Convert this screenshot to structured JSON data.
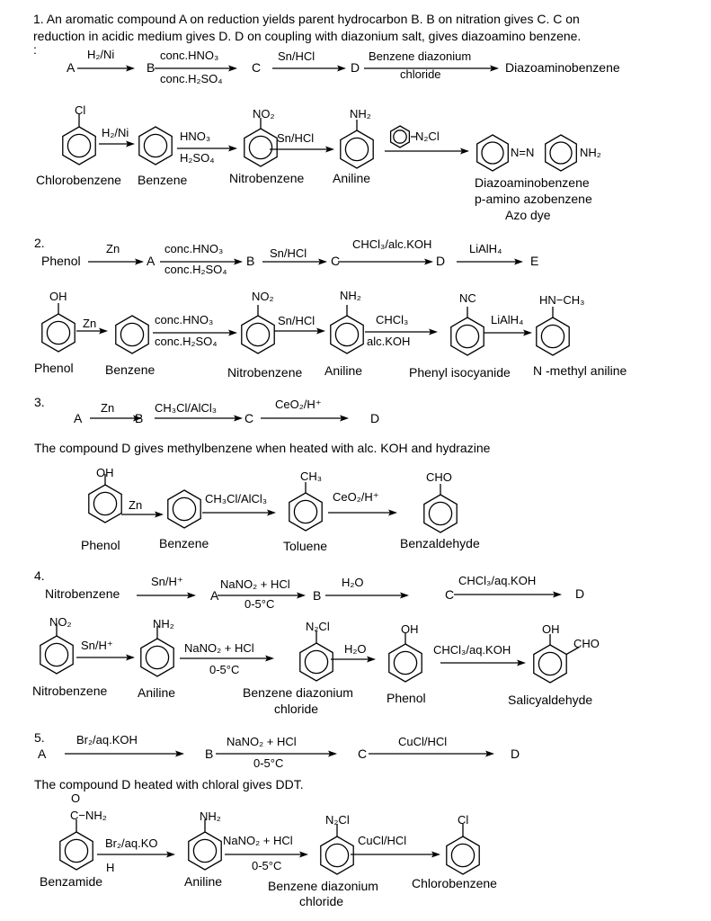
{
  "q1": {
    "line1": "1. An aromatic compound A on reduction yields parent hydrocarbon B. B on nitration gives C. C on",
    "line2": "reduction in acidic medium gives D. D on coupling with diazonium salt, gives diazoamino benzene.",
    "colon": ":",
    "scheme": {
      "A": "A",
      "r1": "H₂/Ni",
      "B": "B",
      "r2a": "conc.HNO₃",
      "r2b": "conc.H₂SO₄",
      "C": "C",
      "r3": "Sn/HCl",
      "D": "D",
      "r4a": "Benzene diazonium",
      "r4b": "chloride",
      "product": "Diazoaminobenzene"
    },
    "structures": {
      "cl": "Cl",
      "r1": "H₂/Ni",
      "r2a": "HNO₃",
      "r2b": "H₂SO₄",
      "no2": "NO₂",
      "r3": "Sn/HCl",
      "nh2": "NH₂",
      "reagent_n2cl": "N₂Cl",
      "azo": "N=N",
      "azo_nh2": "NH₂",
      "labels": [
        "Chlorobenzene",
        "Benzene",
        "Nitrobenzene",
        "Aniline",
        "Diazoaminobenzene",
        "p-amino azobenzene",
        "Azo dye"
      ]
    }
  },
  "q2": {
    "number": "2.",
    "scheme": {
      "start": "Phenol",
      "r1": "Zn",
      "A": "A",
      "r2a": "conc.HNO₃",
      "r2b": "conc.H₂SO₄",
      "B": "B",
      "r3": "Sn/HCl",
      "C": "C",
      "r4": "CHCl₃/alc.KOH",
      "D": "D",
      "r5": "LiAlH₄",
      "E": "E"
    },
    "structures": {
      "oh": "OH",
      "r1": "Zn",
      "r2a": "conc.HNO₃",
      "r2b": "conc.H₂SO₄",
      "no2": "NO₂",
      "r3": "Sn/HCl",
      "nh2": "NH₂",
      "r4a": "CHCl₃",
      "r4b": "alc.KOH",
      "nc": "NC",
      "r5": "LiAlH₄",
      "nhch3": "HN−CH₃",
      "labels": [
        "Phenol",
        "Benzene",
        "Nitrobenzene",
        "Aniline",
        "Phenyl isocyanide",
        "N -methyl aniline"
      ]
    }
  },
  "q3": {
    "number": "3.",
    "scheme": {
      "A": "A",
      "r1": "Zn",
      "B": "B",
      "r2": "CH₃Cl/AlCl₃",
      "C": "C",
      "r3": "CeO₂/H⁺",
      "D": "D"
    },
    "sentence": "The compound D gives methylbenzene when heated with alc. KOH and hydrazine",
    "structures": {
      "oh": "OH",
      "r1": "Zn",
      "r2": "CH₃Cl/AlCl₃",
      "ch3": "CH₃",
      "r3": "CeO₂/H⁺",
      "cho": "CHO",
      "labels": [
        "Phenol",
        "Benzene",
        "Toluene",
        "Benzaldehyde"
      ]
    }
  },
  "q4": {
    "number": "4.",
    "scheme": {
      "start": "Nitrobenzene",
      "r1": "Sn/H⁺",
      "A": "A",
      "r2a": "NaNO₂ + HCl",
      "r2b": "0-5°C",
      "B": "B",
      "r3": "H₂O",
      "C": "C",
      "r4": "CHCl₃/aq.KOH",
      "D": "D"
    },
    "structures": {
      "no2": "NO₂",
      "r1": "Sn/H⁺",
      "nh2": "NH₂",
      "r2a": "NaNO₂ + HCl",
      "r2b": "0-5°C",
      "n2cl": "N₂Cl",
      "r3": "H₂O",
      "oh": "OH",
      "r4": "CHCl₃/aq.KOH",
      "oh2": "OH",
      "cho": "CHO",
      "labels": [
        "Nitrobenzene",
        "Aniline",
        "Benzene diazonium",
        "chloride",
        "Phenol",
        "Salicyaldehyde"
      ]
    }
  },
  "q5": {
    "number": "5.",
    "scheme": {
      "A": "A",
      "r1": "Br₂/aq.KOH",
      "B": "B",
      "r2a": "NaNO₂ + HCl",
      "r2b": "0-5°C",
      "C": "C",
      "r3": "CuCl/HCl",
      "D": "D"
    },
    "sentence": "The compound D heated with chloral gives DDT.",
    "structures": {
      "o": "O",
      "conh2": "C−NH₂",
      "r1a": "Br₂/aq.KO",
      "r1b": "H",
      "nh2": "NH₂",
      "r2a": "NaNO₂ + HCl",
      "r2b": "0-5°C",
      "n2cl": "N₂Cl",
      "r3": "CuCl/HCl",
      "cl": "Cl",
      "labels": [
        "Benzamide",
        "Aniline",
        "Benzene diazonium",
        "chloride",
        "Chlorobenzene"
      ]
    }
  }
}
